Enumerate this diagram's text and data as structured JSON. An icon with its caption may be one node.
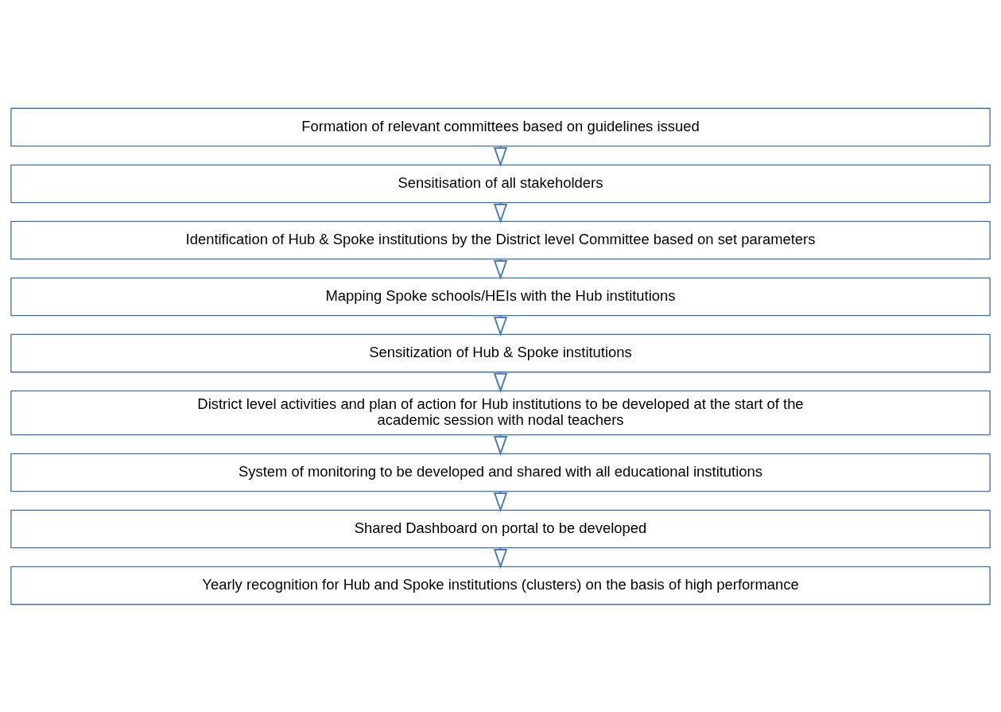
{
  "diagram": {
    "nodes": [
      {
        "text": [
          "Formation of relevant committees based on guidelines issued"
        ]
      },
      {
        "text": [
          "Sensitisation of all stakeholders"
        ]
      },
      {
        "text": [
          "Identification of Hub & Spoke institutions by the District level Committee based on set parameters"
        ]
      },
      {
        "text": [
          "Mapping Spoke schools/HEIs with the Hub institutions"
        ]
      },
      {
        "text": [
          "Sensitization of Hub & Spoke institutions"
        ]
      },
      {
        "text": [
          "District level activities and plan of action for Hub institutions to be developed at the start of the academic session with nodal teachers"
        ]
      },
      {
        "text": [
          "System of monitoring to be developed and shared with all educational institutions"
        ]
      },
      {
        "text": [
          "Shared Dashboard on portal to be developed"
        ]
      },
      {
        "text": [
          "Yearly recognition for Hub and Spoke institutions (clusters) on the basis of high performance"
        ]
      }
    ],
    "edges": [
      {
        "from": 0,
        "to": 1,
        "arrow": "to"
      },
      {
        "from": 1,
        "to": 2,
        "arrow": "to"
      },
      {
        "from": 2,
        "to": 3,
        "arrow": "to"
      },
      {
        "from": 3,
        "to": 4,
        "arrow": "to"
      },
      {
        "from": 4,
        "to": 5,
        "arrow": "to"
      },
      {
        "from": 5,
        "to": 6,
        "arrow": "to"
      },
      {
        "from": 6,
        "to": 7,
        "arrow": "to"
      },
      {
        "from": 7,
        "to": 8,
        "arrow": "to"
      }
    ]
  }
}
